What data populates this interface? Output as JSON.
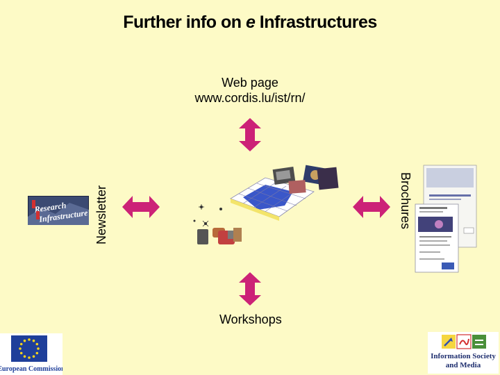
{
  "title": {
    "prefix": "Further info on ",
    "emphasis": "e",
    "suffix": " Infrastructures"
  },
  "web_page": {
    "label": "Web page",
    "url": "www.cordis.lu/ist/rn/"
  },
  "workshops_label": "Workshops",
  "newsletter_label": "Newsletter",
  "brochures_label": "Brochures",
  "newsletter_logo": {
    "line1": "Research",
    "line2": "Infrastructure"
  },
  "eu_logo_text": "European Commission",
  "isam_logo": {
    "line1": "Information Society",
    "line2": "and Media"
  },
  "colors": {
    "background": "#fdfac6",
    "arrow": "#cc2277",
    "eu_blue": "#1f3f9a",
    "eu_star": "#f6d31c"
  }
}
